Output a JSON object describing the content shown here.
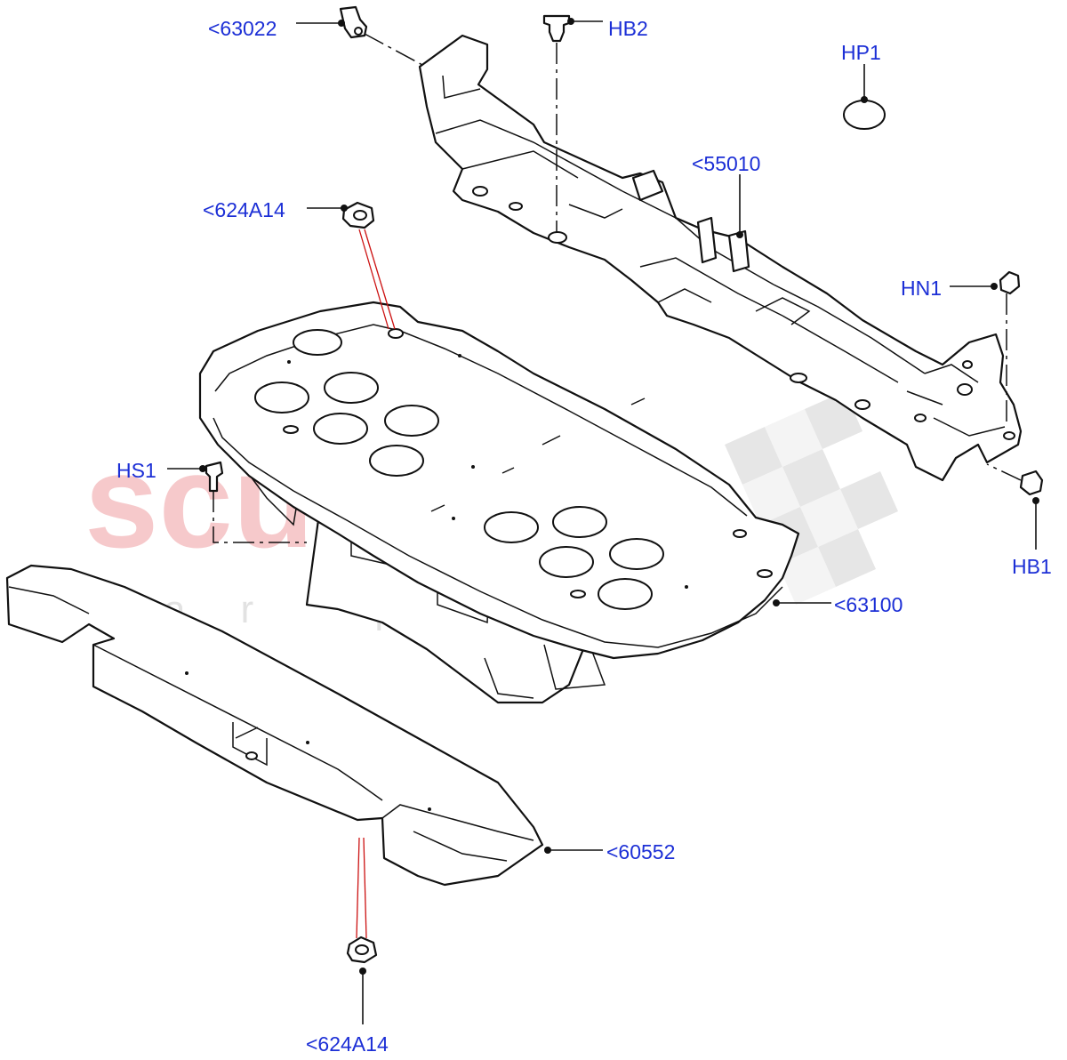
{
  "watermark": {
    "brand": "scuderia",
    "tagline": "car parts"
  },
  "callouts": [
    {
      "id": "c-63022",
      "label": "<63022"
    },
    {
      "id": "c-hb2",
      "label": "HB2"
    },
    {
      "id": "c-hp1",
      "label": "HP1"
    },
    {
      "id": "c-55010",
      "label": "<55010"
    },
    {
      "id": "c-624a14-top",
      "label": "<624A14"
    },
    {
      "id": "c-hn1",
      "label": "HN1"
    },
    {
      "id": "c-hs1",
      "label": "HS1"
    },
    {
      "id": "c-hb1",
      "label": "HB1"
    },
    {
      "id": "c-63100",
      "label": "<63100"
    },
    {
      "id": "c-60552",
      "label": "<60552"
    },
    {
      "id": "c-624a14-bottom",
      "label": "<624A14"
    }
  ],
  "colors": {
    "callout_text": "#1c2fd6",
    "line": "#111111",
    "retainer_guide": "#cc1111",
    "watermark": "#f6c9cb"
  }
}
